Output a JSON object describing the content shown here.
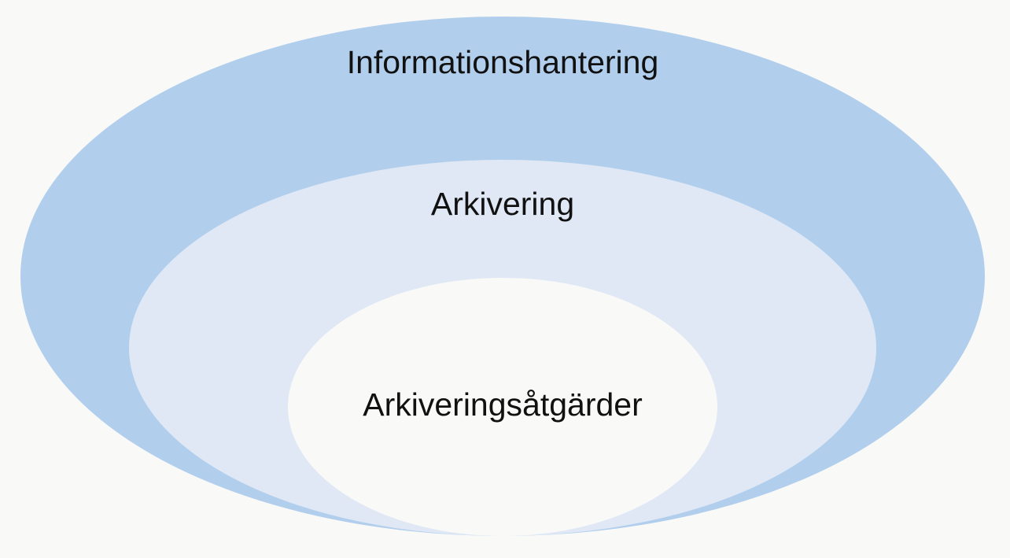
{
  "diagram": {
    "layers": [
      {
        "id": "outer",
        "label": "Informationshantering",
        "color": "#b1cfed"
      },
      {
        "id": "middle",
        "label": "Arkivering",
        "color": "#dfe8f4"
      },
      {
        "id": "inner",
        "label": "Arkiveringsåtgärder",
        "color": "#f9f9f8"
      }
    ],
    "background": "#f9f9f8"
  }
}
